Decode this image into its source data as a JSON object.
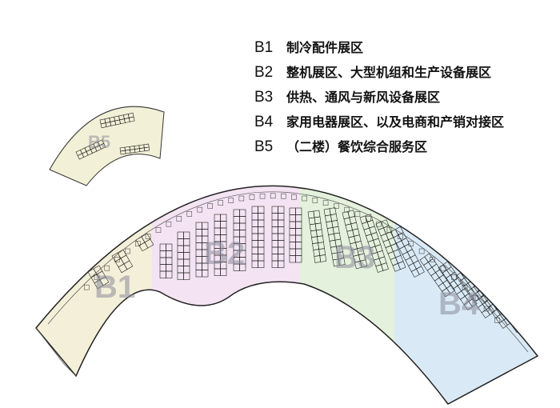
{
  "legend": [
    {
      "code": "B1",
      "text": "制冷配件展区"
    },
    {
      "code": "B2",
      "text": "整机展区、大型机组和生产设备展区"
    },
    {
      "code": "B3",
      "text": "供热、通风与新风设备展区"
    },
    {
      "code": "B4",
      "text": "家用电器展区、以及电商和产销对接区"
    },
    {
      "code": "B5",
      "text": "（二楼）餐饮综合服务区"
    }
  ],
  "zones": [
    {
      "label": "B1",
      "color": "#f4efd8"
    },
    {
      "label": "B2",
      "color": "#f4e4f3"
    },
    {
      "label": "B3",
      "color": "#e4f1dc"
    },
    {
      "label": "B4",
      "color": "#d9eaf6"
    }
  ],
  "inset": {
    "color": "#f2f0d6"
  }
}
